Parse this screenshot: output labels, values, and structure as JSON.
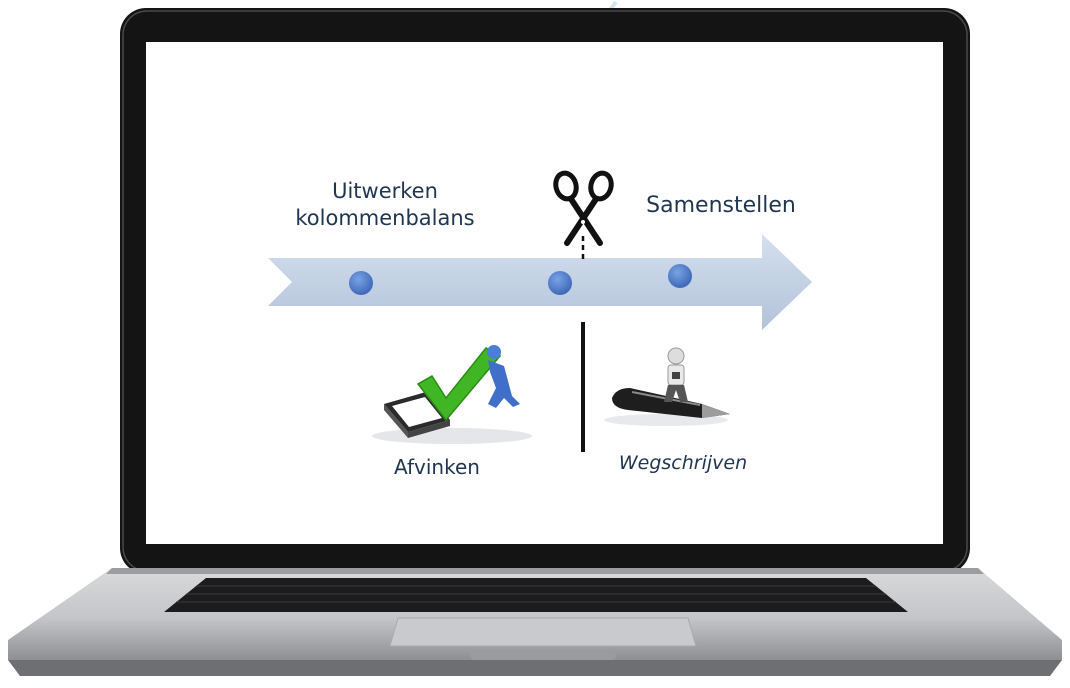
{
  "diagram": {
    "steps": {
      "step1_line1": "Uitwerken",
      "step1_line2": "kolommenbalans",
      "step2": "Samenstellen"
    },
    "below": {
      "left": "Afvinken",
      "right": "Wegschrijven"
    },
    "icons": [
      "scissors-icon",
      "checkmark-icon",
      "pen-icon"
    ],
    "colors": {
      "arrow": "#c2d0e3",
      "dot": "#4a78c8",
      "text": "#1f3550",
      "divider": "#111111",
      "check": "#3aa91f"
    }
  }
}
